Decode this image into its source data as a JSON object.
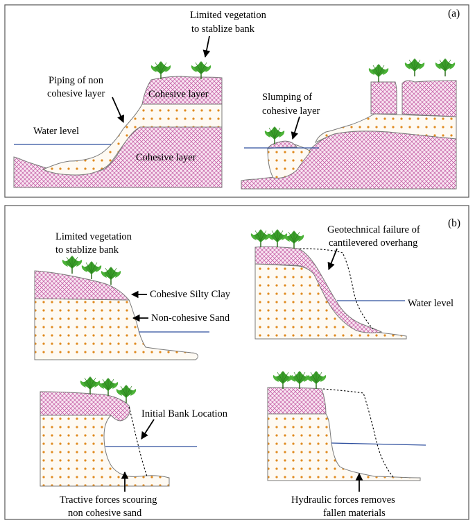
{
  "panel_a": {
    "tag": "(a)",
    "left": {
      "vegetation_label_1": "Limited vegetation",
      "vegetation_label_2": "to stablize bank",
      "piping_label_1": "Piping of non",
      "piping_label_2": "cohesive layer",
      "cohesive_top_label": "Cohesive layer",
      "cohesive_bottom_label": "Cohesive layer",
      "water_label": "Water level"
    },
    "right": {
      "slumping_label_1": "Slumping of",
      "slumping_label_2": "cohesive layer"
    }
  },
  "panel_b": {
    "tag": "(b)",
    "top_left": {
      "vegetation_label_1": "Limited vegetation",
      "vegetation_label_2": "to stablize bank",
      "clay_label": "Cohesive Silty Clay",
      "sand_label": "Non-cohesive Sand"
    },
    "top_right": {
      "failure_label_1": "Geotechnical failure of",
      "failure_label_2": "cantilevered overhang",
      "water_label": "Water level"
    },
    "bottom_left": {
      "initial_label": "Initial Bank Location",
      "tractive_label_1": "Tractive forces scouring",
      "tractive_label_2": "non cohesive sand"
    },
    "bottom_right": {
      "hydraulic_label_1": "Hydraulic forces removes",
      "hydraulic_label_2": "fallen materials"
    }
  },
  "colors": {
    "cohesive_hatch": "#c0529f",
    "cohesive_fill": "#f9e6f2",
    "sand_dot": "#e08a1e",
    "sand_fill": "#fefaf3",
    "water": "#2e4f9e",
    "vegetation": "#3a9d2a"
  }
}
